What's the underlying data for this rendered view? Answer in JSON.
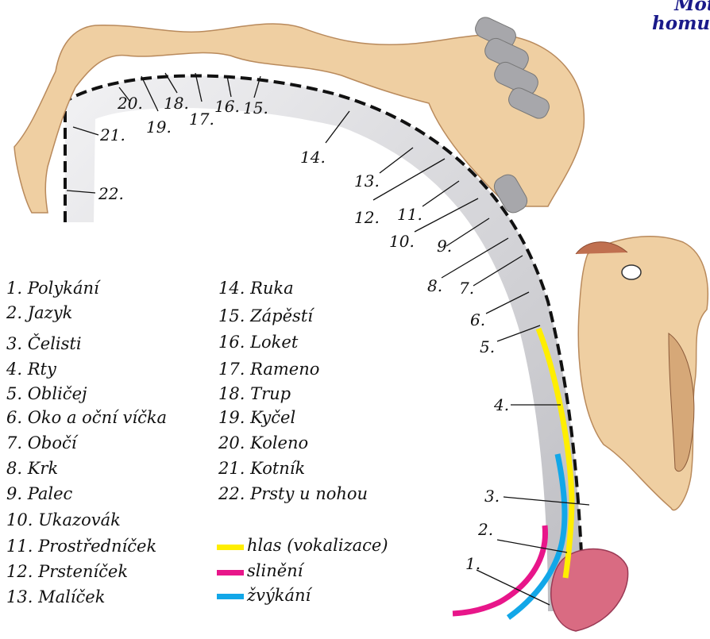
{
  "title": {
    "line1": "Motorický",
    "line2": "homunculus"
  },
  "list_left": [
    "1. Polykání",
    "2. Jazyk",
    "3. Čelisti",
    "4. Rty",
    "5. Obličej",
    "6. Oko a oční víčka",
    "7. Obočí",
    "8. Krk",
    "9. Palec",
    "10. Ukazovák",
    "11. Prostředníček",
    "12. Prsteníček",
    "13. Malíček"
  ],
  "list_right": [
    "14. Ruka",
    "15. Zápěstí",
    "16. Loket",
    "17. Rameno",
    "18. Trup",
    "19. Kyčel",
    "20. Koleno",
    "21. Kotník",
    "22. Prsty u nohou"
  ],
  "numbers": [
    "1.",
    "2.",
    "3.",
    "4.",
    "5.",
    "6.",
    "7.",
    "8.",
    "9.",
    "10.",
    "11.",
    "12.",
    "13.",
    "14.",
    "15.",
    "16.",
    "17.",
    "18.",
    "19.",
    "20.",
    "21.",
    "22."
  ],
  "legend": [
    {
      "label": "hlas (vokalizace)",
      "color": "#ffee00"
    },
    {
      "label": "slinění",
      "color": "#e8168a"
    },
    {
      "label": "žvýkání",
      "color": "#12a7e8"
    }
  ],
  "colors": {
    "skin": "#efcfa2",
    "skin_shadow": "#d6a878",
    "cortex": "#d9d9dc",
    "lip": "#d96b82"
  }
}
